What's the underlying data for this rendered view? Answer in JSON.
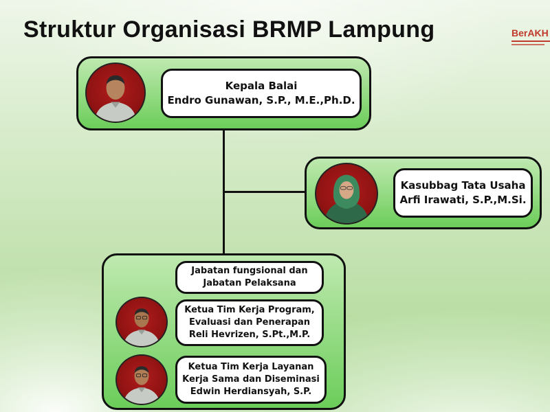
{
  "title": "Struktur Organisasi BRMP Lampung",
  "logo": {
    "text": "BerAKH"
  },
  "head": {
    "role": "Kepala Balai",
    "name": "Endro Gunawan, S.P., M.E.,Ph.D."
  },
  "admin": {
    "role": "Kasubbag Tata Usaha",
    "name": "Arfi Irawati, S.P.,M.Si."
  },
  "functional": {
    "header_line1": "Jabatan fungsional dan",
    "header_line2": "Jabatan Pelaksana",
    "members": [
      {
        "role_line1": "Ketua Tim Kerja Program,",
        "role_line2": "Evaluasi dan Penerapan",
        "name": "Reli Hevrizen, S.Pt.,M.P."
      },
      {
        "role_line1": "Ketua Tim Kerja Layanan",
        "role_line2": "Kerja Sama dan Diseminasi",
        "name": "Edwin Herdiansyah, S.P."
      }
    ]
  },
  "colors": {
    "panel_green": "#6ccd5a",
    "photo_bg": "#a51616",
    "border": "#111111"
  }
}
